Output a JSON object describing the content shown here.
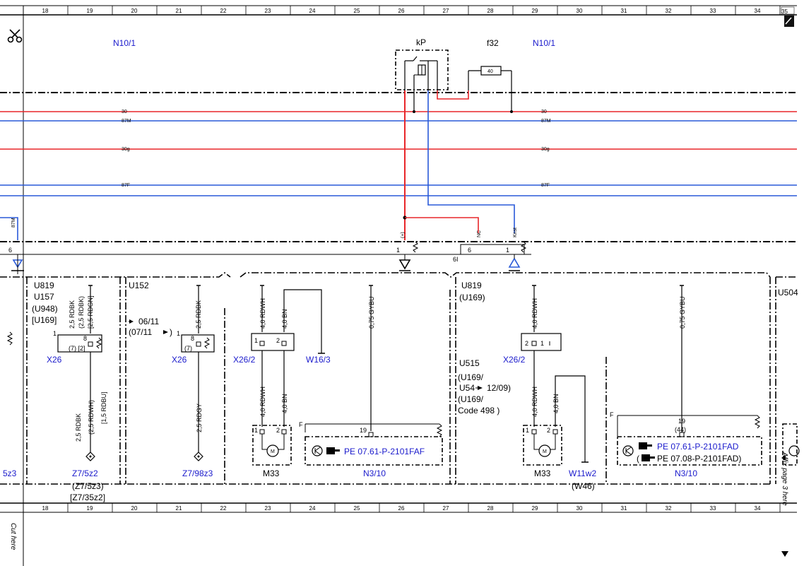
{
  "ruler": {
    "columns": [
      "18",
      "19",
      "20",
      "21",
      "22",
      "23",
      "24",
      "25",
      "26",
      "27",
      "28",
      "29",
      "30",
      "31",
      "32",
      "33",
      "34"
    ],
    "corner": "35"
  },
  "margin": {
    "cut_here": "Cut here",
    "affix": "Affix page 3 here"
  },
  "header": {
    "left_module": "N10/1",
    "right_module": "N10/1",
    "relay": "kP",
    "fuse": "f32",
    "fuse_value": "40"
  },
  "bus_lines": [
    {
      "label": "30",
      "color": "#e8262a"
    },
    {
      "label": "87M",
      "color": "#2a5ad8"
    },
    {
      "label": "30g",
      "color": "#e8262a"
    },
    {
      "label": "87F",
      "color": "#2a5ad8"
    }
  ],
  "pins": {
    "left_pin_label": "87M",
    "left_pin_num": "6",
    "relay_pin_label": "(+)",
    "relay_pin_num": "1",
    "nc_label": "NC",
    "nc_num": "6",
    "knst_label": "Knst",
    "knst_num": "1",
    "connector": "6I"
  },
  "sections": {
    "u819_block": [
      "U819",
      "U157",
      "(U948)",
      "[U169]"
    ],
    "u819_wire": [
      "2,5 RDBK",
      "(2,5 RDBK)",
      "[2,5 RDGN]"
    ],
    "u819_wire_low": [
      "2,5 RDBK",
      "(2,5 RDWH)",
      "[1,5 RDBU]"
    ],
    "u819_pin": "8",
    "u819_pin_sub": "(7) [2]",
    "u819_pin1": "1",
    "u819_connector": "X26",
    "u819_ground": "Z7/5z2",
    "u819_ground_alt": "(Z7/5z3)",
    "u819_ground_alt2": "[Z7/35z2]",
    "u152": "U152",
    "u152_date_from": "06/11",
    "u152_date_to": "(07/11",
    "u152_wire": "2,5 RDBK",
    "u152_wire_low": "2,5 RDGY",
    "u152_pin": "8",
    "u152_pin_sub": "(7)",
    "u152_pin1": "1",
    "u152_connector": "X26",
    "u152_ground": "Z7/98z3",
    "left_edge_ground": "5z3",
    "m33_wire_a": "4,0 RDWH",
    "m33_wire_b": "4,0 BN",
    "m33_connector": "X26/2",
    "m33_ground": "W16/3",
    "m33_motor": "M33",
    "m33_pin1": "1",
    "m33_pin2": "2",
    "m33_motor_symbol": "M",
    "n310_wire": "0,75 GYBU",
    "n310_pin": "19",
    "n310_f": "F",
    "n310_ref": "PE 07.61-P-2101FAF",
    "n310_label": "N3/10",
    "u819_b": [
      "U819",
      "(U169)"
    ],
    "u515": [
      "U515",
      "(U169/",
      "U54",
      "12/09)",
      "(U169/",
      "Code 498  )"
    ],
    "m33b_wire_a": "4,0 RDWH",
    "m33b_wire_b": "4,0 BN",
    "m33b_connector": "X26/2",
    "m33b_motor": "M33",
    "m33b_pin1": "1",
    "m33b_pin2": "2",
    "m33b_ground": "W11w2",
    "m33b_ground_alt": "(W46)",
    "n310b_wire": "0,75 GYBU",
    "n310b_pin": "19",
    "n310b_pin_sub": "(44)",
    "n310b_f": "F",
    "n310b_ref1": "PE 07.61-P-2101FAD",
    "n310b_ref2": "(",
    "n310b_ref2b": "PE 07.08-P-2101FAD)",
    "n310b_label": "N3/10",
    "u504": "U504"
  }
}
